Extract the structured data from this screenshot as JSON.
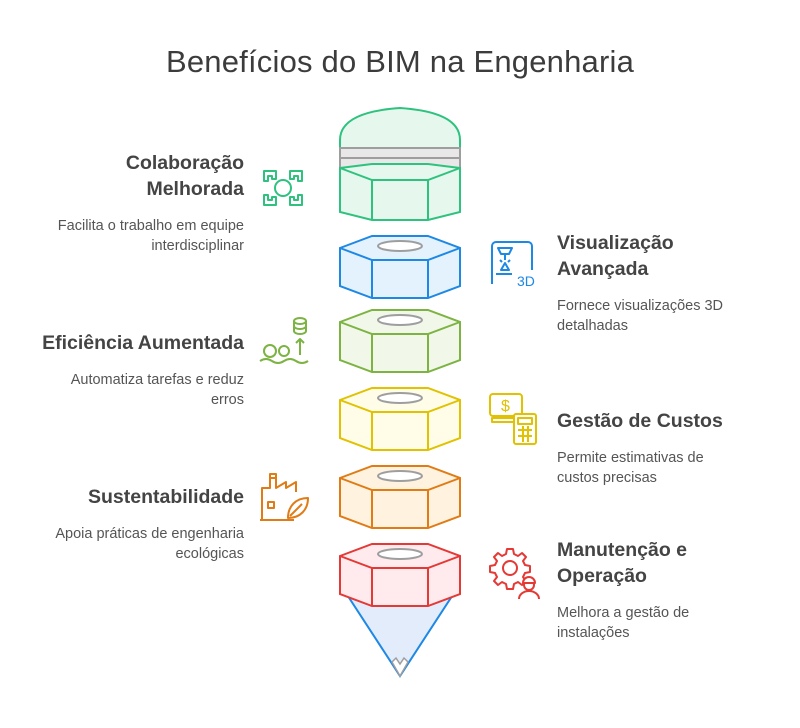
{
  "title": "Benefícios do BIM na Engenharia",
  "items": [
    {
      "title": "Colaboração\nMelhorada",
      "desc": "Facilita o trabalho em equipe\ninterdisciplinar",
      "icon": "collaboration-hands-icon",
      "color": "#2ec27e"
    },
    {
      "title": "Visualização\nAvançada",
      "desc": "Fornece visualizações 3D\ndetalhadas",
      "icon": "3d-printer-icon",
      "color": "#1e88e5"
    },
    {
      "title": "Eficiência Aumentada",
      "desc": "Automatiza tarefas e reduz\nerros",
      "icon": "efficiency-database-icon",
      "color": "#7cb342"
    },
    {
      "title": "Gestão de Custos",
      "desc": "Permite estimativas de\ncustos precisas",
      "icon": "money-calculator-icon",
      "color": "#e0c200"
    },
    {
      "title": "Sustentabilidade",
      "desc": "Apoia práticas de engenharia\necológicas",
      "icon": "eco-factory-icon",
      "color": "#e07b16"
    },
    {
      "title": "Manutenção e\nOperação",
      "desc": "Melhora a gestão de\ninstalações",
      "icon": "maintenance-gear-worker-icon",
      "color": "#e53935"
    }
  ],
  "colors": {
    "green": "#2ec27e",
    "blue": "#1e88e5",
    "lime": "#7cb342",
    "yellow": "#e0c200",
    "orange": "#e07b16",
    "red": "#e53935",
    "gray": "#9e9e9e"
  }
}
